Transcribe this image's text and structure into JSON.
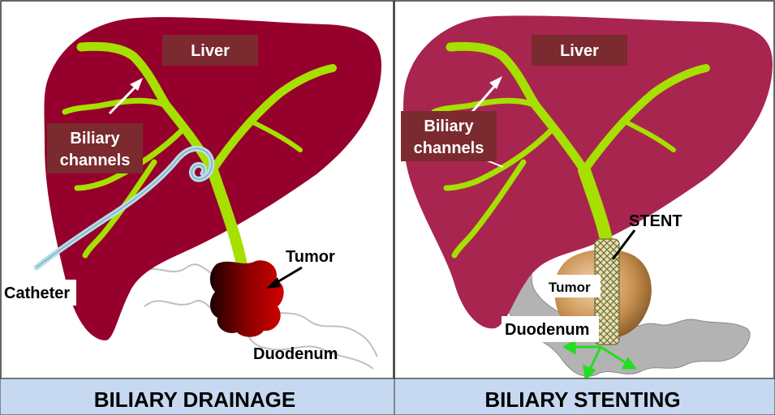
{
  "left_panel": {
    "organ_label": "Liver",
    "channels_label_line1": "Biliary",
    "channels_label_line2": "channels",
    "tumor_label": "Tumor",
    "catheter_label": "Catheter",
    "duodenum_label": "Duodenum",
    "caption": "BILIARY DRAINAGE"
  },
  "right_panel": {
    "organ_label": "Liver",
    "channels_label_line1": "Biliary",
    "channels_label_line2": "channels",
    "stent_label": "STENT",
    "tumor_label": "Tumor",
    "duodenum_label": "Duodenum",
    "caption": "BILIARY STENTING"
  },
  "colors": {
    "liver_left": "#96002c",
    "liver_right": "#a8254f",
    "bile_duct": "#a6e000",
    "label_box": "#7b2a2f",
    "tumor_dark": "#8a0000",
    "tumor_stent": "#c89050",
    "duodenum_gray": "#b3b3b3",
    "flow_arrow": "#22dd22",
    "footer_bg": "#c6d9f1"
  }
}
